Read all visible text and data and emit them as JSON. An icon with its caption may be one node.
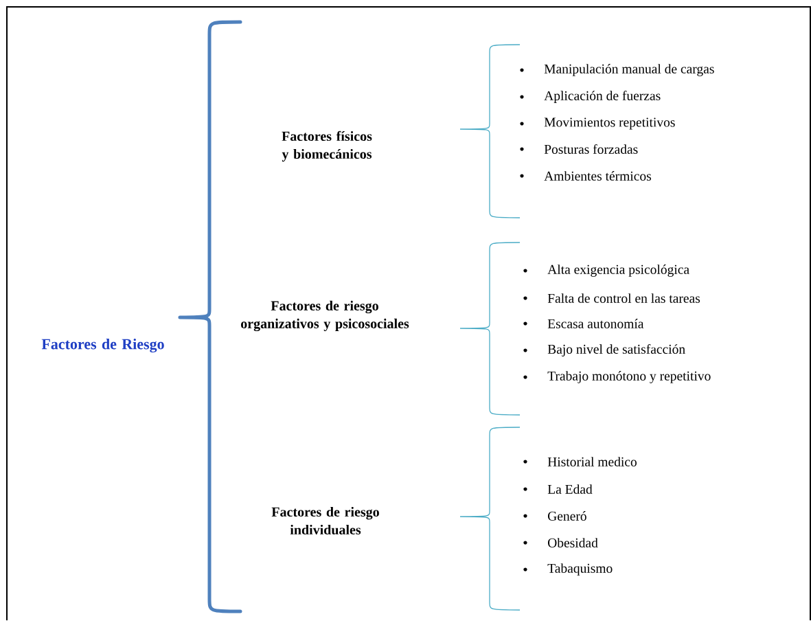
{
  "diagram": {
    "labels": [
      "Factores de Riesgo",
      "Factores físicos y biomecánicos",
      "Manipulación manual de cargas",
      "Aplicación de fuerzas",
      "Movimientos repetitivos",
      "Posturas forzadas",
      "Ambientes térmicos",
      "Factores de riesgo organizativos y psicosociales",
      "Alta exigencia psicológica",
      "Falta de control en las tareas",
      "Escasa autonomía",
      "Bajo nivel de satisfacción",
      "Trabajo monótono y repetitivo",
      "Factores de riesgo individuales",
      "Historial medico",
      "La Edad",
      "Generó",
      "Obesidad",
      "Tabaquismo"
    ]
  }
}
